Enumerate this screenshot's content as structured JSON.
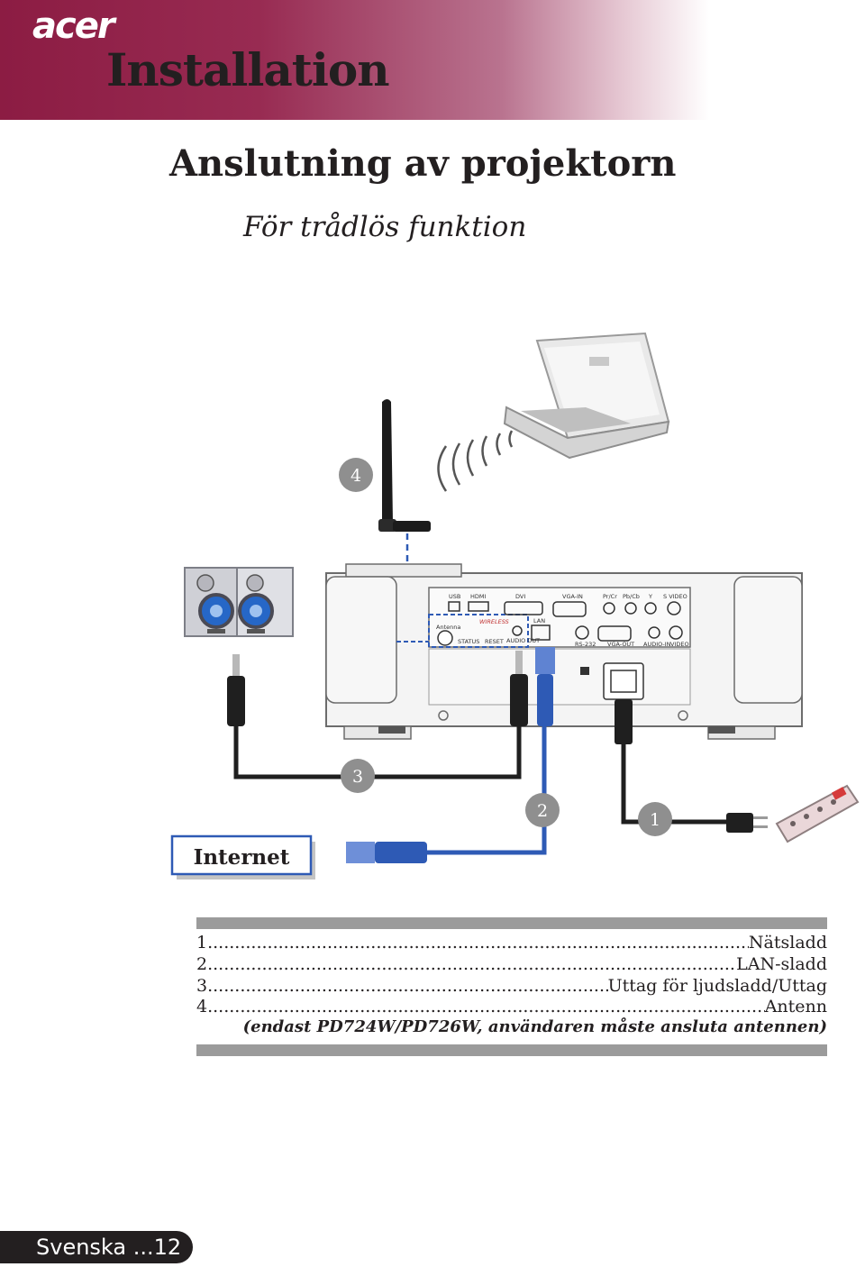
{
  "header": {
    "brand": "acer",
    "section_title": "Installation",
    "colors": {
      "banner": "#8c1c43",
      "accent": "#2e5ab5"
    }
  },
  "page": {
    "heading": "Anslutning av projektorn",
    "subheading": "För trådlös funktion"
  },
  "diagram": {
    "callouts": [
      "1",
      "2",
      "3",
      "4"
    ],
    "internet_label": "Internet",
    "projector_ports": {
      "top_row": [
        "USB",
        "HDMI",
        "DVI",
        "VGA-IN",
        "Pr/Cr",
        "Pb/Cb",
        "Y",
        "S VIDEO"
      ],
      "wireless": "WIRELESS",
      "antenna": "Antenna",
      "status": "STATUS",
      "reset": "RESET",
      "audio_out": "AUDIO OUT",
      "lan": "LAN",
      "rs232": "RS-232",
      "vga_out": "VGA-OUT",
      "audio_in": "AUDIO-IN",
      "video": "VIDEO"
    },
    "icons": [
      "antenna-icon",
      "notebook-icon",
      "speakers-icon",
      "projector-icon",
      "power-strip-icon",
      "lan-plug-icon",
      "audio-jack-icon",
      "power-plug-icon"
    ]
  },
  "legend": {
    "items": [
      {
        "num": "1.",
        "label": "Nätsladd"
      },
      {
        "num": "2.",
        "label": " LAN-sladd"
      },
      {
        "num": "3.",
        "label": " Uttag för ljudsladd/Uttag"
      },
      {
        "num": "4.",
        "label": "Antenn"
      }
    ],
    "note": "(endast PD724W/PD726W, användaren måste ansluta antennen)"
  },
  "footer": {
    "text": "Svenska ...12"
  }
}
